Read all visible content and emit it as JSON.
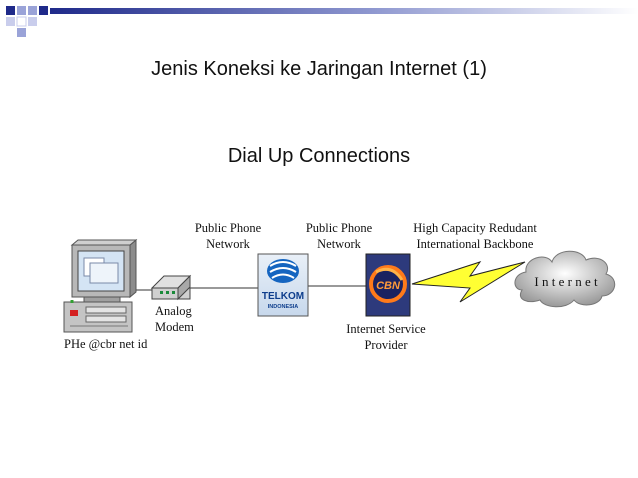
{
  "slide": {
    "title": "Jenis Koneksi ke Jaringan Internet (1)",
    "subtitle": "Dial Up Connections"
  },
  "diagram": {
    "labels": {
      "pstn1_line1": "Public Phone",
      "pstn1_line2": "Network",
      "pstn2_line1": "Public Phone",
      "pstn2_line2": "Network",
      "backbone_line1": "High Capacity Redudant",
      "backbone_line2": "International Backbone",
      "modem_line1": "Analog",
      "modem_line2": "Modem",
      "user_email": "PHe @cbr net id",
      "isp_line1": "Internet Service",
      "isp_line2": "Provider",
      "internet": "I n t e r n e t",
      "telkom_logo": "TELKOM",
      "telkom_sub": "INDONESIA",
      "cbn_logo": "CBN"
    }
  },
  "colors": {
    "decor_dark": "#1f2a8a",
    "decor_light": "#9aa3d8",
    "lightning": "#ffff33",
    "telkom_blue": "#1565c0",
    "cbn_orange": "#ff7a1a"
  }
}
